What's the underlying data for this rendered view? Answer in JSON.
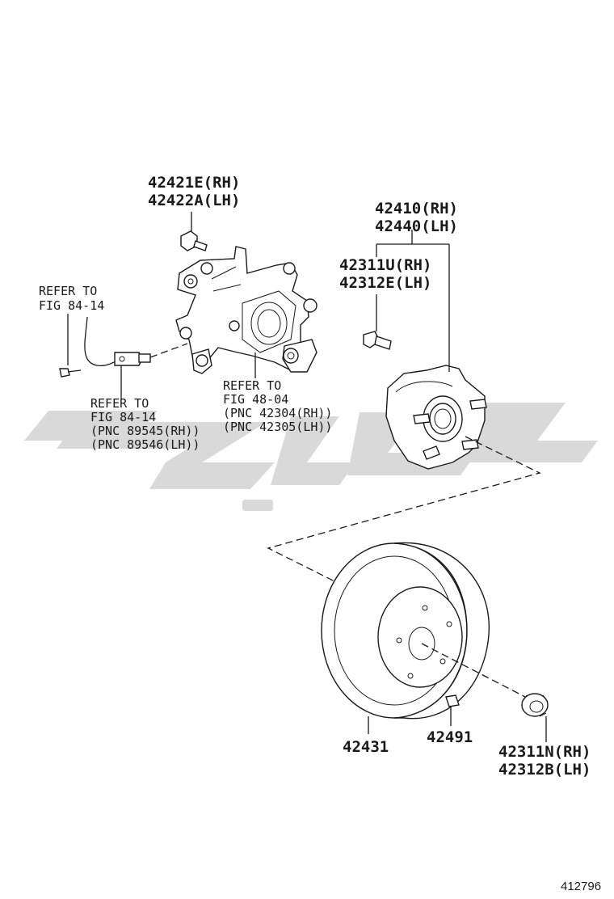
{
  "callouts": {
    "knuckle_bolt": {
      "line1": "42421E(RH)",
      "line2": "42422A(LH)"
    },
    "hub_assembly": {
      "line1": "42410(RH)",
      "line2": "42440(LH)"
    },
    "hub_bolt": {
      "line1": "42311U(RH)",
      "line2": "42312E(LH)"
    },
    "sensor_ref": {
      "line1": "REFER TO",
      "line2": "FIG 84-14"
    },
    "sensor_ref_pnc": {
      "line1": "REFER TO",
      "line2": "FIG 84-14",
      "line3": "(PNC 89545(RH))",
      "line4": "(PNC 89546(LH))"
    },
    "knuckle_ref": {
      "line1": "REFER TO",
      "line2": "FIG 48-04",
      "line3": "(PNC 42304(RH))",
      "line4": "(PNC 42305(LH))"
    },
    "disc": {
      "line1": "42431"
    },
    "plug": {
      "line1": "42491"
    },
    "hub_nut": {
      "line1": "42311N(RH)",
      "line2": "42312B(LH)"
    }
  },
  "figure_number": "412796",
  "icons": [
    "watermark-logo",
    "knuckle-icon",
    "hub-icon",
    "disc-icon",
    "bolt-icon",
    "nut-icon",
    "sensor-icon"
  ]
}
